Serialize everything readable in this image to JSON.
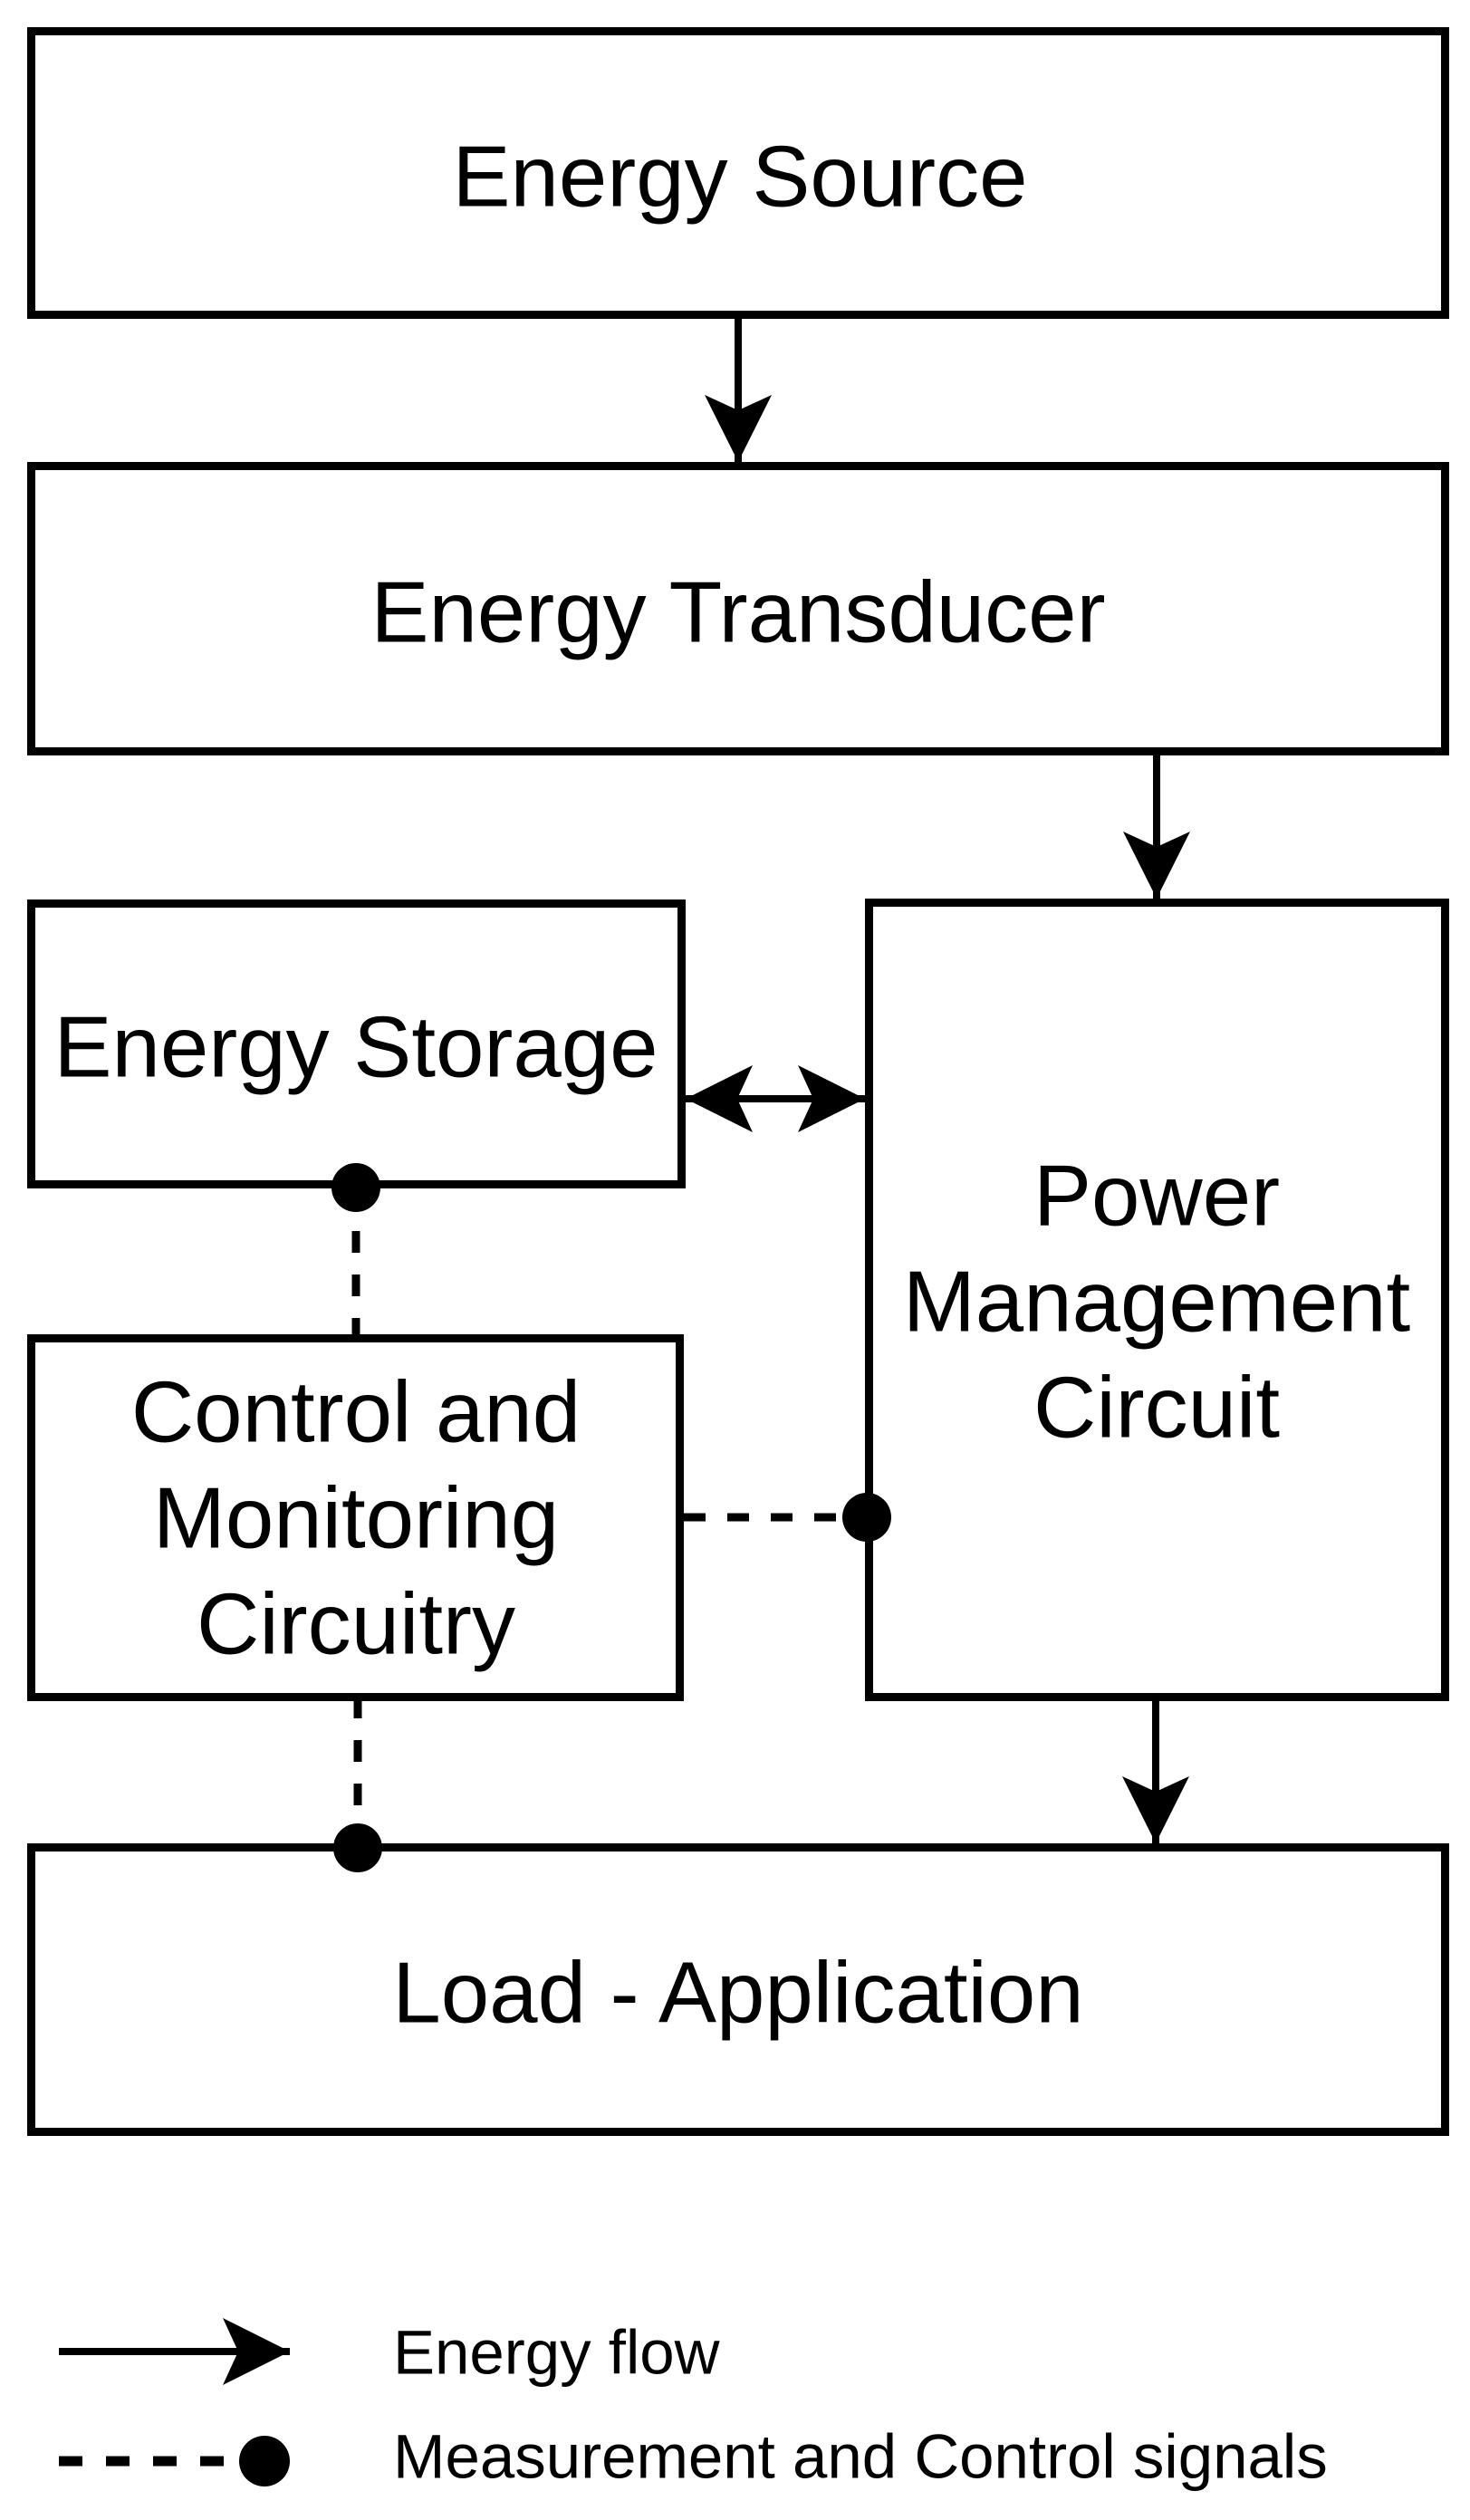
{
  "page": {
    "background_color": "#ffffff",
    "ink_color": "#000000"
  },
  "boxes": {
    "energy_source": {
      "label": "Energy Source"
    },
    "energy_transducer": {
      "label": "Energy Transducer"
    },
    "energy_storage": {
      "label": "Energy Storage"
    },
    "power_management": {
      "lines": [
        "Power",
        "Management",
        "Circuit"
      ]
    },
    "control_monitoring": {
      "lines": [
        "Control and",
        "Monitoring",
        "Circuitry"
      ]
    },
    "load": {
      "label": "Load - Application"
    }
  },
  "legend": {
    "energy_flow_label": "Energy flow",
    "measurement_control_label": "Measurement and Control signals"
  }
}
